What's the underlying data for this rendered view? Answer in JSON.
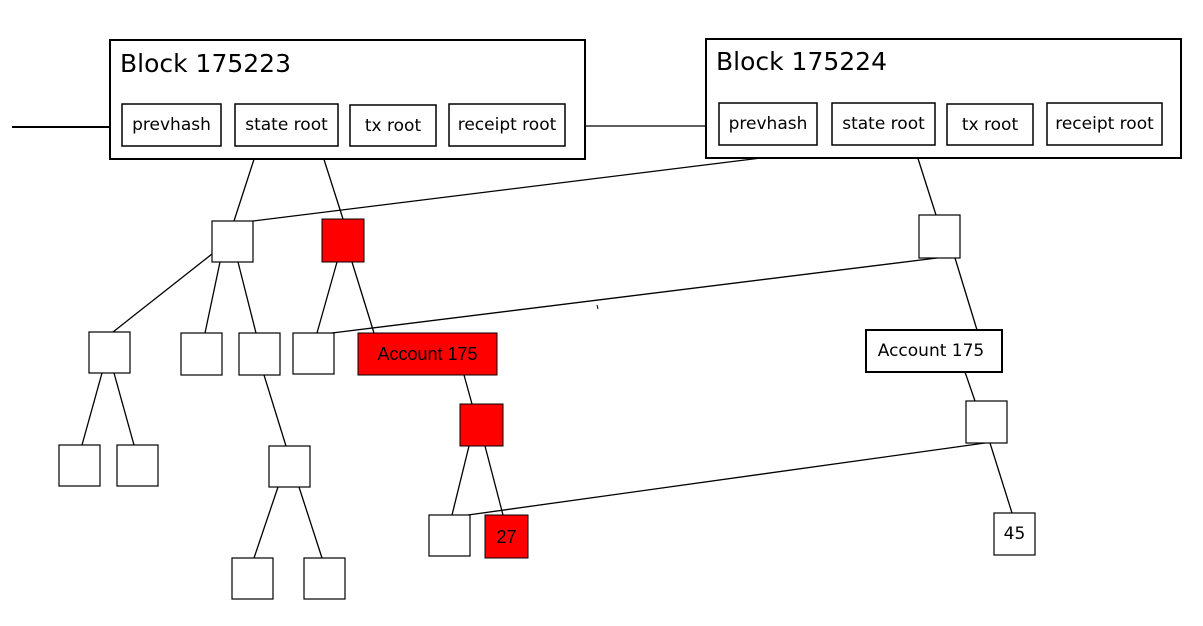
{
  "colors": {
    "changed_node": "#ff0000",
    "stroke": "#000000",
    "background": "#ffffff"
  },
  "block_a": {
    "title": "Block 175223",
    "fields": {
      "prevhash": "prevhash",
      "state_root": "state root",
      "tx_root": "tx root",
      "receipt_root": "receipt root"
    }
  },
  "block_b": {
    "title": "Block 175224",
    "fields": {
      "prevhash": "prevhash",
      "state_root": "state root",
      "tx_root": "tx root",
      "receipt_root": "receipt root"
    }
  },
  "nodes": {
    "account_old": "Account 175",
    "account_new": "Account 175",
    "value_old": "27",
    "value_new": "45"
  }
}
